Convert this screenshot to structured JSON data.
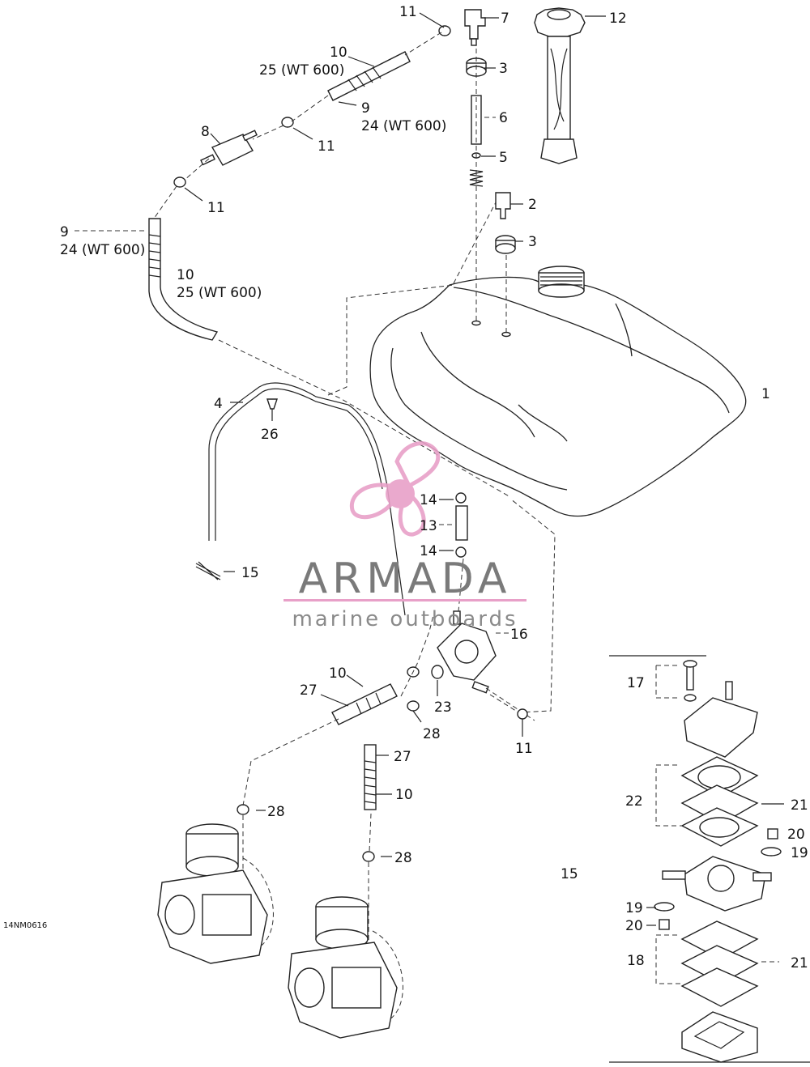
{
  "figure_code": "14NM0616",
  "watermark": {
    "brand": "ARMADA",
    "tagline": "marine outboards",
    "brand_color": "#7a7a7a",
    "accent_color": "#e8a0c8"
  },
  "callouts": [
    {
      "id": "c11a",
      "text": "11"
    },
    {
      "id": "c7",
      "text": "7"
    },
    {
      "id": "c12",
      "text": "12"
    },
    {
      "id": "c10a",
      "text": "10"
    },
    {
      "id": "c25a",
      "text": "25 (WT 600)"
    },
    {
      "id": "c3a",
      "text": "3"
    },
    {
      "id": "c9a",
      "text": "9"
    },
    {
      "id": "c24a",
      "text": "24 (WT 600)"
    },
    {
      "id": "c6",
      "text": "6"
    },
    {
      "id": "c8",
      "text": "8"
    },
    {
      "id": "c11b",
      "text": "11"
    },
    {
      "id": "c5",
      "text": "5"
    },
    {
      "id": "c11c",
      "text": "11"
    },
    {
      "id": "c2",
      "text": "2"
    },
    {
      "id": "c9b",
      "text": "9"
    },
    {
      "id": "c24b",
      "text": "24 (WT 600)"
    },
    {
      "id": "c3b",
      "text": "3"
    },
    {
      "id": "c10b",
      "text": "10"
    },
    {
      "id": "c25b",
      "text": "25 (WT 600)"
    },
    {
      "id": "c1",
      "text": "1"
    },
    {
      "id": "c4",
      "text": "4"
    },
    {
      "id": "c26",
      "text": "26"
    },
    {
      "id": "c14a",
      "text": "14"
    },
    {
      "id": "c13",
      "text": "13"
    },
    {
      "id": "c14b",
      "text": "14"
    },
    {
      "id": "c15a",
      "text": "15"
    },
    {
      "id": "c16",
      "text": "16"
    },
    {
      "id": "c17",
      "text": "17"
    },
    {
      "id": "c10c",
      "text": "10"
    },
    {
      "id": "c27a",
      "text": "27"
    },
    {
      "id": "c23",
      "text": "23"
    },
    {
      "id": "c28a",
      "text": "28"
    },
    {
      "id": "c11d",
      "text": "11"
    },
    {
      "id": "c27b",
      "text": "27"
    },
    {
      "id": "c22",
      "text": "22"
    },
    {
      "id": "c21a",
      "text": "21"
    },
    {
      "id": "c10d",
      "text": "10"
    },
    {
      "id": "c28b",
      "text": "28"
    },
    {
      "id": "c20a",
      "text": "20"
    },
    {
      "id": "c19a",
      "text": "19"
    },
    {
      "id": "c28c",
      "text": "28"
    },
    {
      "id": "c15b",
      "text": "15"
    },
    {
      "id": "c19b",
      "text": "19"
    },
    {
      "id": "c20b",
      "text": "20"
    },
    {
      "id": "c18",
      "text": "18"
    },
    {
      "id": "c21b",
      "text": "21"
    }
  ]
}
